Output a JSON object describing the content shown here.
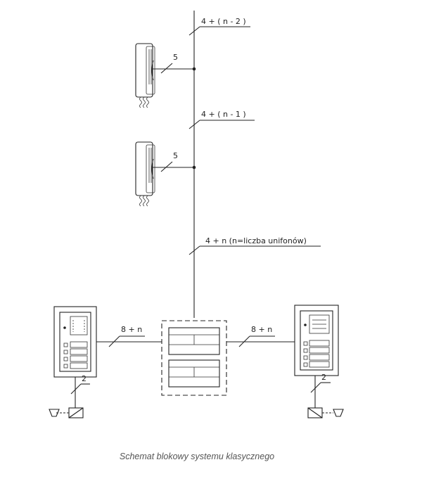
{
  "labels": {
    "top_bus": "4 + ( n - 2 )",
    "mid_bus": "4 + ( n - 1 )",
    "bottom_bus": "4 + n  (n=liczba unifonów)",
    "handset_1_wires": "5",
    "handset_2_wires": "5",
    "left_link": "8 + n",
    "right_link": "8 + n",
    "left_lock_wires": "2",
    "right_lock_wires": "2"
  },
  "caption": "Schemat blokowy systemu klasycznego",
  "colors": {
    "line": "#222222",
    "caption": "#555555"
  }
}
